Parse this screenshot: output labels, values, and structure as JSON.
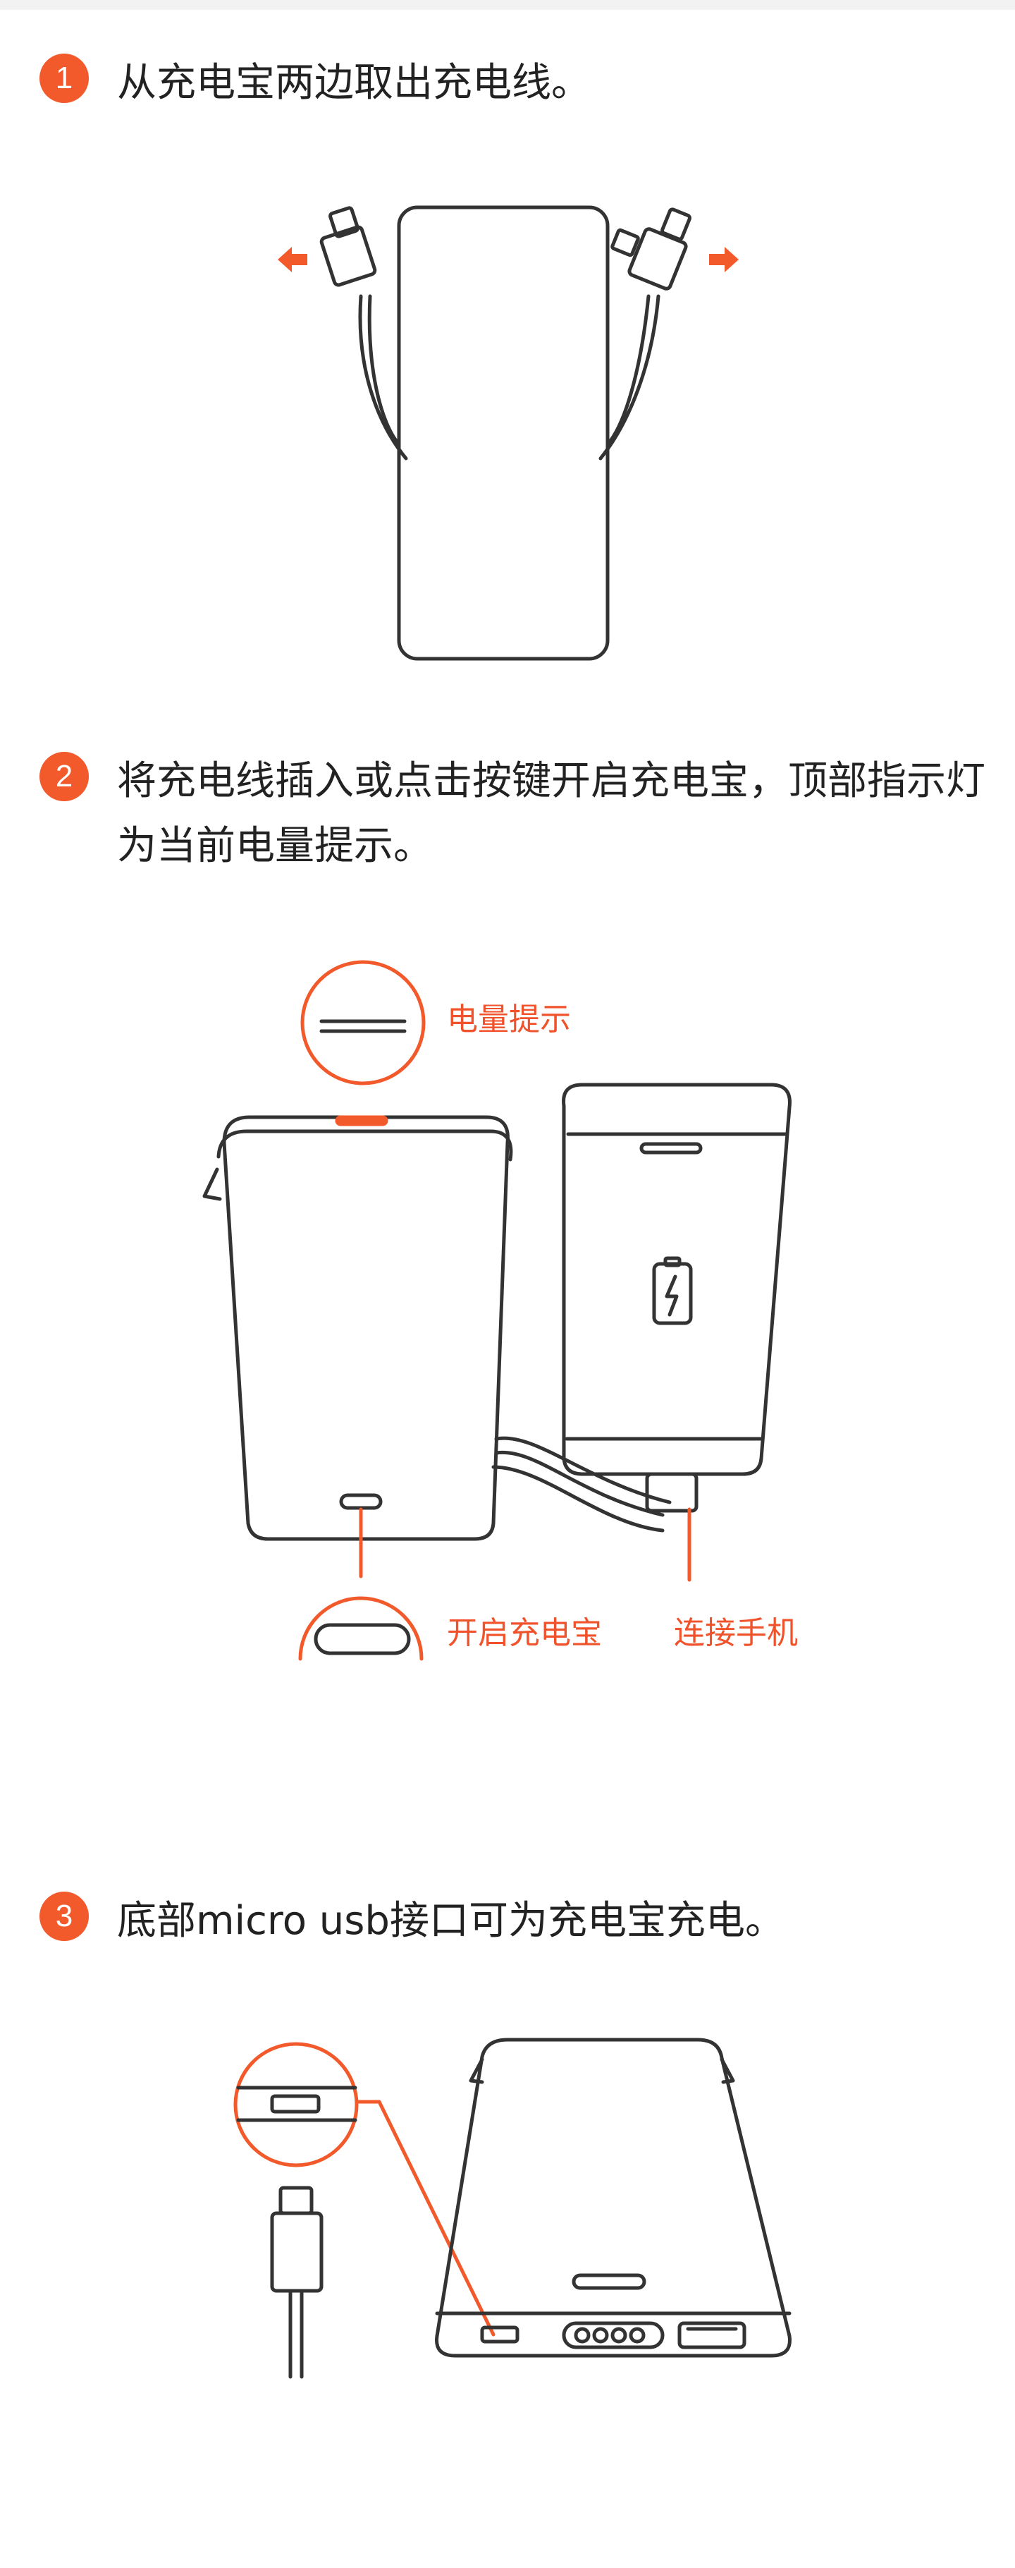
{
  "steps": [
    {
      "number": "1",
      "text": "从充电宝两边取出充电线。"
    },
    {
      "number": "2",
      "text": "将充电线插入或点击按键开启充电宝，顶部指示灯为当前电量提示。"
    },
    {
      "number": "3",
      "text": "底部micro usb接口可为充电宝充电。"
    }
  ],
  "callouts": {
    "battery_indicator": "电量提示",
    "power_on": "开启充电宝",
    "connect_phone": "连接手机"
  },
  "colors": {
    "accent": "#f25a2c",
    "line": "#333333"
  }
}
